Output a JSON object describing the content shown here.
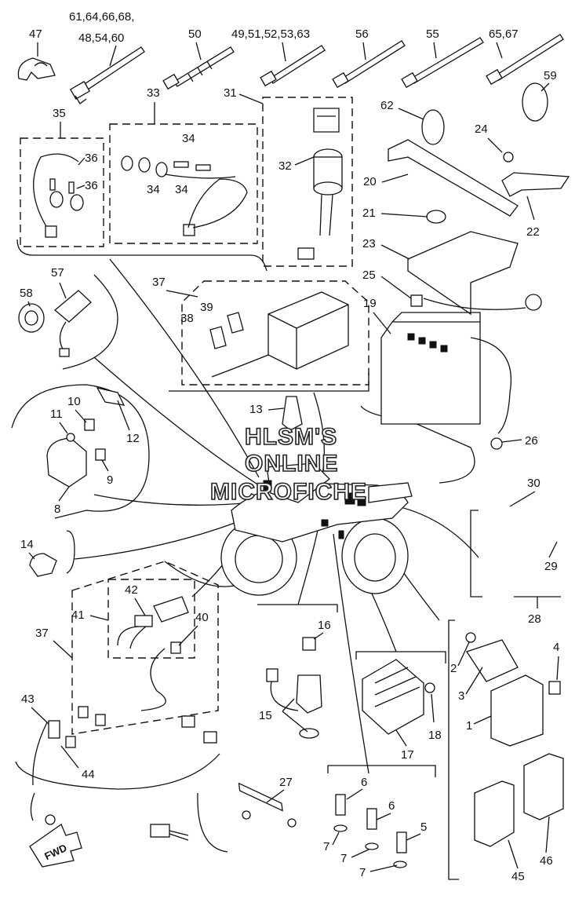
{
  "watermark": [
    "HLSM'S",
    "ONLINE",
    "MICROFICHE"
  ],
  "direction_arrow": "FWD",
  "callouts": [
    {
      "id": "47",
      "text": "47"
    },
    {
      "id": "61-top",
      "text": "61,64,66,68,"
    },
    {
      "id": "61-bottom",
      "text": "48,54,60"
    },
    {
      "id": "50",
      "text": "50"
    },
    {
      "id": "49",
      "text": "49,51,52,53,63"
    },
    {
      "id": "56",
      "text": "56"
    },
    {
      "id": "55",
      "text": "55"
    },
    {
      "id": "65",
      "text": "65,67"
    },
    {
      "id": "59",
      "text": "59"
    },
    {
      "id": "62",
      "text": "62"
    },
    {
      "id": "33",
      "text": "33"
    },
    {
      "id": "31",
      "text": "31"
    },
    {
      "id": "35",
      "text": "35"
    },
    {
      "id": "34a",
      "text": "34"
    },
    {
      "id": "36a",
      "text": "36"
    },
    {
      "id": "36b",
      "text": "36"
    },
    {
      "id": "32",
      "text": "32"
    },
    {
      "id": "24",
      "text": "24"
    },
    {
      "id": "20",
      "text": "20"
    },
    {
      "id": "34b",
      "text": "34"
    },
    {
      "id": "34c",
      "text": "34"
    },
    {
      "id": "21",
      "text": "21"
    },
    {
      "id": "22",
      "text": "22"
    },
    {
      "id": "23",
      "text": "23"
    },
    {
      "id": "57",
      "text": "57"
    },
    {
      "id": "37a",
      "text": "37"
    },
    {
      "id": "25",
      "text": "25"
    },
    {
      "id": "58",
      "text": "58"
    },
    {
      "id": "39",
      "text": "39"
    },
    {
      "id": "19",
      "text": "19"
    },
    {
      "id": "38",
      "text": "38"
    },
    {
      "id": "10",
      "text": "10"
    },
    {
      "id": "11",
      "text": "11"
    },
    {
      "id": "13",
      "text": "13"
    },
    {
      "id": "12",
      "text": "12"
    },
    {
      "id": "26",
      "text": "26"
    },
    {
      "id": "9",
      "text": "9"
    },
    {
      "id": "30",
      "text": "30"
    },
    {
      "id": "8",
      "text": "8"
    },
    {
      "id": "14",
      "text": "14"
    },
    {
      "id": "29",
      "text": "29"
    },
    {
      "id": "42",
      "text": "42"
    },
    {
      "id": "41",
      "text": "41"
    },
    {
      "id": "40",
      "text": "40"
    },
    {
      "id": "28",
      "text": "28"
    },
    {
      "id": "37b",
      "text": "37"
    },
    {
      "id": "16",
      "text": "16"
    },
    {
      "id": "4",
      "text": "4"
    },
    {
      "id": "2",
      "text": "2"
    },
    {
      "id": "3",
      "text": "3"
    },
    {
      "id": "43",
      "text": "43"
    },
    {
      "id": "15",
      "text": "15"
    },
    {
      "id": "18",
      "text": "18"
    },
    {
      "id": "1",
      "text": "1"
    },
    {
      "id": "44",
      "text": "44"
    },
    {
      "id": "17",
      "text": "17"
    },
    {
      "id": "27",
      "text": "27"
    },
    {
      "id": "6a",
      "text": "6"
    },
    {
      "id": "6b",
      "text": "6"
    },
    {
      "id": "5",
      "text": "5"
    },
    {
      "id": "7a",
      "text": "7"
    },
    {
      "id": "7b",
      "text": "7"
    },
    {
      "id": "7c",
      "text": "7"
    },
    {
      "id": "45",
      "text": "45"
    },
    {
      "id": "46",
      "text": "46"
    }
  ]
}
